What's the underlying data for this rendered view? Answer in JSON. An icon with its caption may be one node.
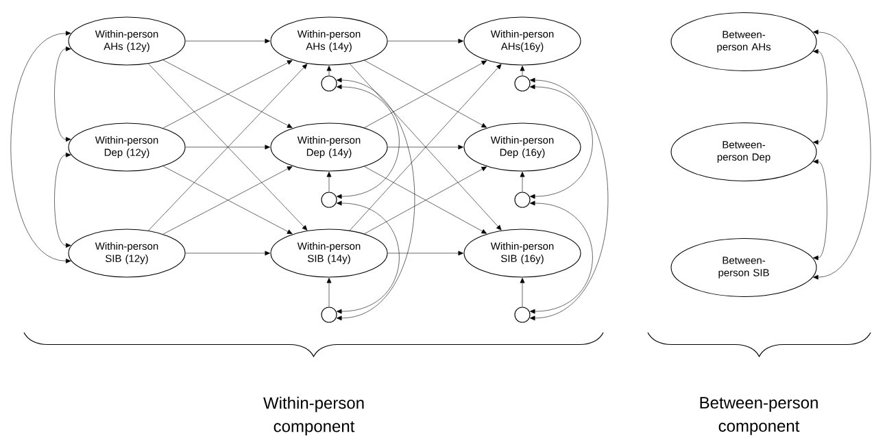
{
  "diagram": {
    "nodes": [
      {
        "text": [
          "Within-person AHs (12y)"
        ]
      },
      {
        "text": [
          "Within-person Dep (12y)"
        ]
      },
      {
        "text": [
          "Within-person SIB (12y)"
        ]
      },
      {
        "text": [
          "Within-person AHs (14y)"
        ]
      },
      {
        "text": [
          "Within-person Dep (14y)"
        ]
      },
      {
        "text": [
          "Within-person SIB (14y)"
        ]
      },
      {
        "text": [
          "Within-person AHs(16y)"
        ]
      },
      {
        "text": [
          "Within-person Dep (16y)"
        ]
      },
      {
        "text": [
          "Within-person SIB (16y)"
        ]
      },
      {
        "text": [
          "Between-person AHs"
        ]
      },
      {
        "text": [
          "Between-person Dep"
        ]
      },
      {
        "text": [
          "Between-person SIB"
        ]
      },
      {
        "text": [],
        "shape": "circle"
      },
      {
        "text": [],
        "shape": "circle"
      },
      {
        "text": [],
        "shape": "circle"
      },
      {
        "text": [],
        "shape": "circle"
      },
      {
        "text": [],
        "shape": "circle"
      },
      {
        "text": [],
        "shape": "circle"
      }
    ],
    "edges": [
      {
        "from": 0,
        "to": 3,
        "arrow": "to"
      },
      {
        "from": 0,
        "to": 4,
        "arrow": "to"
      },
      {
        "from": 0,
        "to": 5,
        "arrow": "to"
      },
      {
        "from": 1,
        "to": 3,
        "arrow": "to"
      },
      {
        "from": 1,
        "to": 4,
        "arrow": "to"
      },
      {
        "from": 1,
        "to": 5,
        "arrow": "to"
      },
      {
        "from": 2,
        "to": 3,
        "arrow": "to"
      },
      {
        "from": 2,
        "to": 4,
        "arrow": "to"
      },
      {
        "from": 2,
        "to": 5,
        "arrow": "to"
      },
      {
        "from": 3,
        "to": 6,
        "arrow": "to"
      },
      {
        "from": 3,
        "to": 7,
        "arrow": "to"
      },
      {
        "from": 3,
        "to": 8,
        "arrow": "to"
      },
      {
        "from": 4,
        "to": 6,
        "arrow": "to"
      },
      {
        "from": 4,
        "to": 7,
        "arrow": "to"
      },
      {
        "from": 4,
        "to": 8,
        "arrow": "to"
      },
      {
        "from": 5,
        "to": 6,
        "arrow": "to"
      },
      {
        "from": 5,
        "to": 7,
        "arrow": "to"
      },
      {
        "from": 5,
        "to": 8,
        "arrow": "to"
      },
      {
        "from": 0,
        "to": 1,
        "arrow": "both"
      },
      {
        "from": 1,
        "to": 2,
        "arrow": "both"
      },
      {
        "from": 0,
        "to": 2,
        "arrow": "both"
      },
      {
        "from": 12,
        "to": 3,
        "arrow": "to"
      },
      {
        "from": 13,
        "to": 4,
        "arrow": "to"
      },
      {
        "from": 14,
        "to": 5,
        "arrow": "to"
      },
      {
        "from": 15,
        "to": 6,
        "arrow": "to"
      },
      {
        "from": 16,
        "to": 7,
        "arrow": "to"
      },
      {
        "from": 17,
        "to": 8,
        "arrow": "to"
      },
      {
        "from": 12,
        "to": 13,
        "arrow": "both"
      },
      {
        "from": 13,
        "to": 14,
        "arrow": "both"
      },
      {
        "from": 12,
        "to": 14,
        "arrow": "both"
      },
      {
        "from": 15,
        "to": 16,
        "arrow": "both"
      },
      {
        "from": 16,
        "to": 17,
        "arrow": "both"
      },
      {
        "from": 15,
        "to": 17,
        "arrow": "both"
      },
      {
        "from": 9,
        "to": 10,
        "arrow": "both"
      },
      {
        "from": 10,
        "to": 11,
        "arrow": "both"
      },
      {
        "from": 9,
        "to": 11,
        "arrow": "both"
      }
    ],
    "labels": [
      "Within-person component",
      "Between-person component"
    ]
  }
}
